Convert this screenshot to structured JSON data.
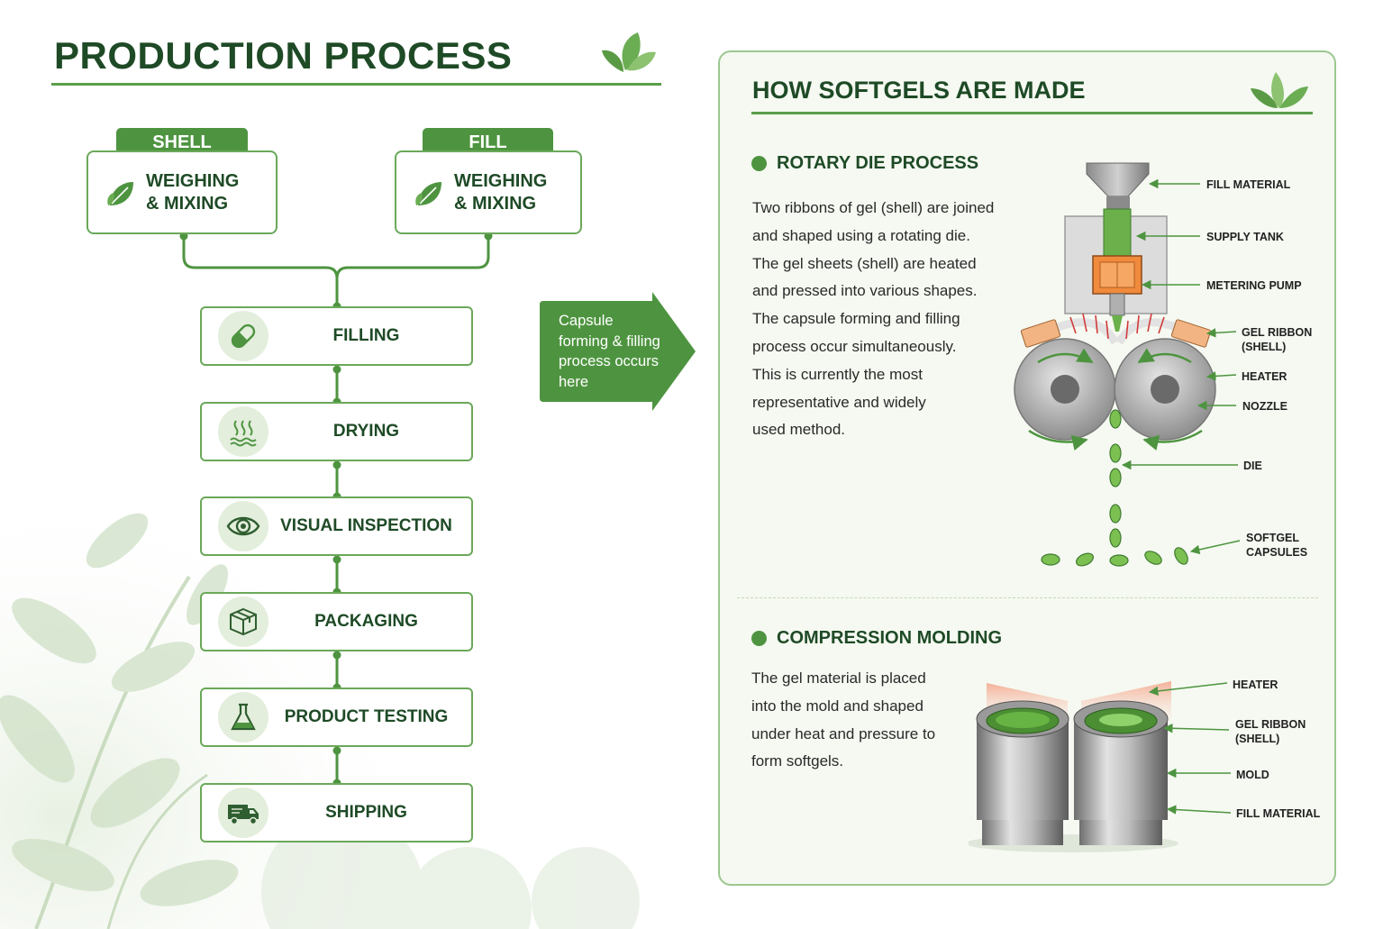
{
  "header": {
    "title": "PRODUCTION PROCESS"
  },
  "sources": [
    {
      "tag": "SHELL",
      "line1": "WEIGHING",
      "line2": "& MIXING"
    },
    {
      "tag": "FILL",
      "line1": "WEIGHING",
      "line2": "& MIXING"
    }
  ],
  "steps": [
    {
      "label": "FILLING",
      "icon": "capsule-icon"
    },
    {
      "label": "DRYING",
      "icon": "heat-waves-icon"
    },
    {
      "label": "VISUAL INSPECTION",
      "icon": "eye-icon"
    },
    {
      "label": "PACKAGING",
      "icon": "box-icon"
    },
    {
      "label": "PRODUCT TESTING",
      "icon": "flask-icon"
    },
    {
      "label": "SHIPPING",
      "icon": "truck-icon"
    }
  ],
  "callout": {
    "text": "Capsule forming & filling process occurs here"
  },
  "panel": {
    "title": "HOW SOFTGELS ARE MADE",
    "rotary": {
      "title": "ROTARY DIE PROCESS",
      "lines": [
        "Two ribbons of gel (shell) are joined",
        "and shaped using a rotating die.",
        "The gel sheets (shell) are heated",
        "and pressed into various shapes.",
        "The capsule forming and filling",
        "process occur simultaneously.",
        "This is currently the most",
        "representative and widely",
        "used method."
      ],
      "labels": {
        "fill_material": "FILL MATERIAL",
        "supply_tank": "SUPPLY TANK",
        "metering_pump": "METERING PUMP",
        "gel_ribbon_1": "GEL RIBBON",
        "gel_ribbon_2": "(SHELL)",
        "heater": "HEATER",
        "nozzle": "NOZZLE",
        "die": "DIE",
        "softgel_1": "SOFTGEL",
        "softgel_2": "CAPSULES"
      }
    },
    "compression": {
      "title": "COMPRESSION MOLDING",
      "lines": [
        "The gel material is placed",
        "into the mold and shaped",
        "under heat and pressure to",
        "form softgels."
      ],
      "labels": {
        "heater": "HEATER",
        "gel_ribbon_1": "GEL RIBBON",
        "gel_ribbon_2": "(SHELL)",
        "mold": "MOLD",
        "fill_material": "FILL MATERIAL"
      }
    }
  },
  "colors": {
    "primary_green": "#4e9440",
    "dark_green": "#1e4a26",
    "border_green": "#6aa85a",
    "panel_bg": "#f5f9f1"
  }
}
